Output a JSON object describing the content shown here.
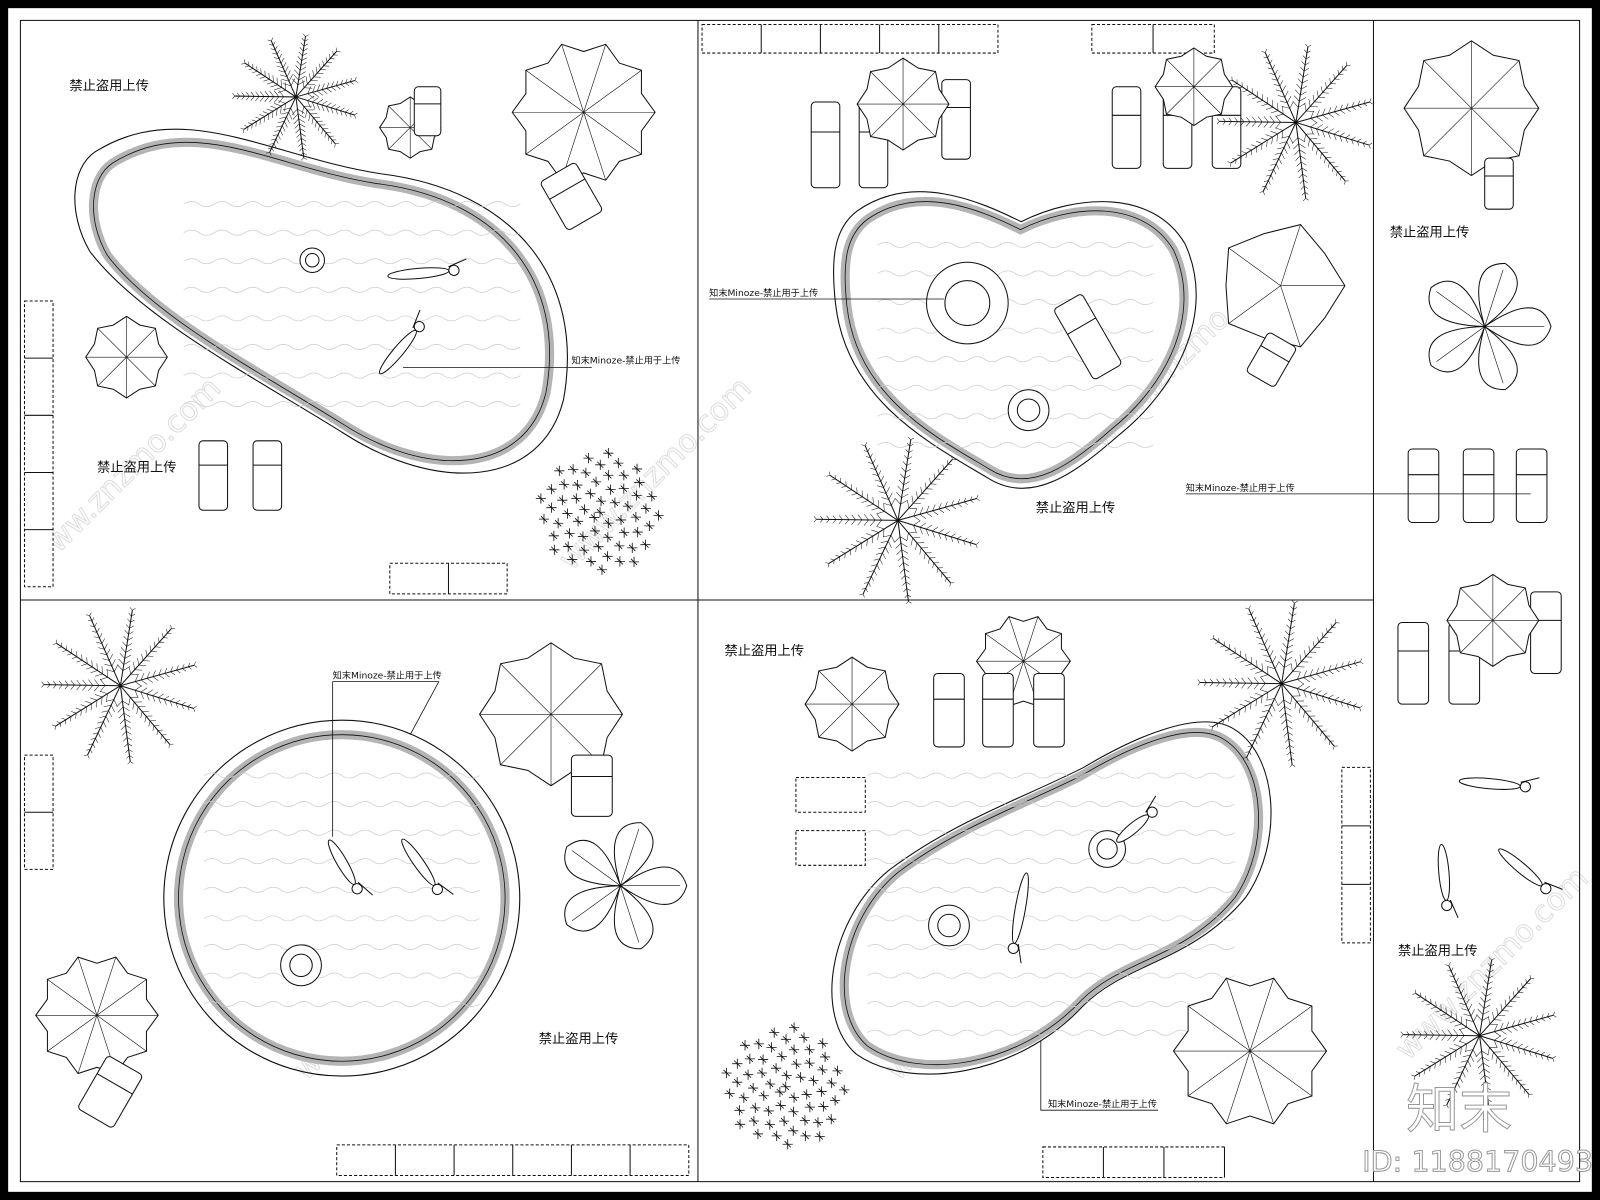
{
  "drawing": {
    "panel_labels": [
      "禁止盗用上传",
      "禁止盗用上传",
      "禁止盗用上传",
      "禁止盗用上传",
      "禁止盗用上传",
      "禁止盗用上传",
      "禁止盗用上传"
    ],
    "leader_labels": [
      "知末Minoze-禁止用于上传",
      "知末Minoze-禁止用于上传",
      "知末Minoze-禁止用于上传",
      "知末Minoze-禁止用于上传",
      "知末Minoze-禁止用于上传"
    ],
    "diagonal_watermark": "www.znzmo.com",
    "watermark_logo": "知末",
    "watermark_id": "ID: 1188170493"
  },
  "colors": {
    "frame": "#000000",
    "paper": "#ffffff",
    "line": "#111111",
    "pool_edge": "#b4b4b4",
    "watermark": "#dddddd"
  }
}
